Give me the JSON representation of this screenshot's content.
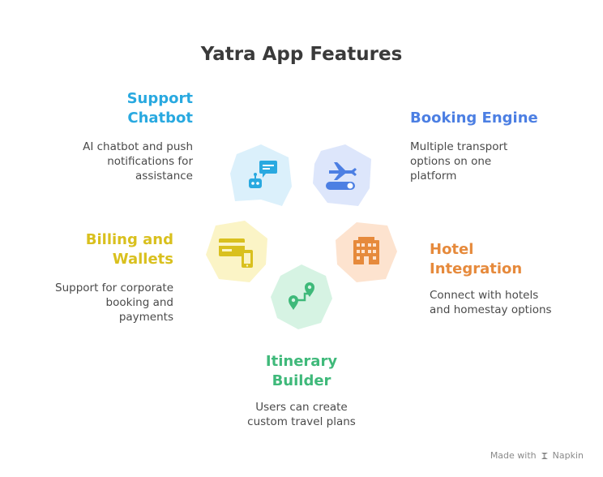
{
  "title": "Yatra App Features",
  "features": {
    "chatbot": {
      "title_line1": "Support",
      "title_line2": "Chatbot",
      "desc_line1": "AI chatbot and push",
      "desc_line2": "notifications for",
      "desc_line3": "assistance",
      "color": "#29a9e0",
      "fill": "#dbf0fb",
      "icon": "chatbot-icon"
    },
    "booking": {
      "title_line1": "Booking Engine",
      "desc_line1": "Multiple transport",
      "desc_line2": "options on one",
      "desc_line3": "platform",
      "color": "#4c7fe3",
      "fill": "#dde6fb",
      "icon": "plane-toggle-icon"
    },
    "hotel": {
      "title_line1": "Hotel",
      "title_line2": "Integration",
      "desc_line1": "Connect with hotels",
      "desc_line2": "and homestay options",
      "color": "#e68a3c",
      "fill": "#fde3cf",
      "icon": "building-icon"
    },
    "itinerary": {
      "title_line1": "Itinerary",
      "title_line2": "Builder",
      "desc_line1": "Users can create",
      "desc_line2": "custom travel plans",
      "color": "#3fb97a",
      "fill": "#d6f3e3",
      "icon": "route-pins-icon"
    },
    "billing": {
      "title_line1": "Billing and",
      "title_line2": "Wallets",
      "desc_line1": "Support for corporate",
      "desc_line2": "booking and",
      "desc_line3": "payments",
      "color": "#d9c01e",
      "fill": "#fbf4c6",
      "icon": "card-phone-icon"
    }
  },
  "watermark": {
    "prefix": "Made with",
    "brand": "Napkin"
  }
}
